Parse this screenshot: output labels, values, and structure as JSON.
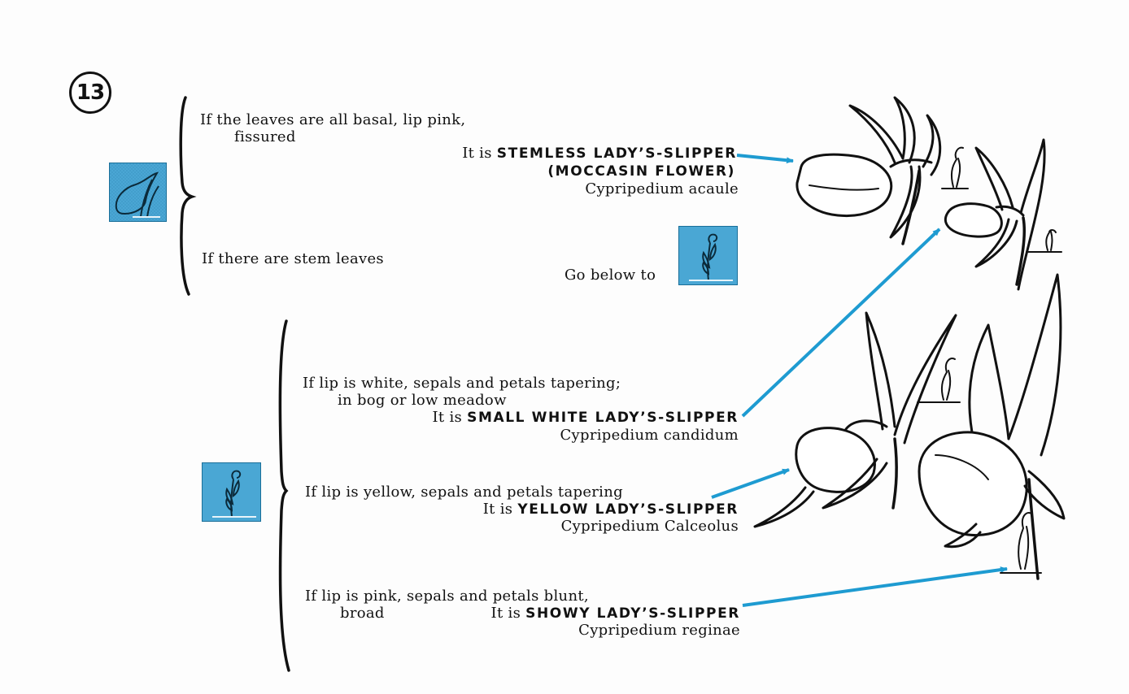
{
  "key_number": "13",
  "colors": {
    "accent": "#1e9bd1",
    "icon_fill": "#4aa7d4",
    "ink": "#111111"
  },
  "icons": {
    "basal": "basal-leaf-slipper-icon",
    "stem": "stem-leaf-plant-icon"
  },
  "couplet_a": {
    "option1_line1": "If the leaves are all basal, lip pink,",
    "option1_line2": "fissured",
    "result1_prefix": "It is",
    "result1_name": "STEMLESS LADY’S-SLIPPER",
    "result1_alt_name": "(MOCCASIN FLOWER)",
    "result1_scientific": "Cypripedium acaule",
    "option2": "If there are stem leaves",
    "go_below": "Go below to"
  },
  "couplet_b": {
    "white_line1": "If lip is white, sepals and petals tapering;",
    "white_line2": "in bog or low meadow",
    "white_prefix": "It is",
    "white_name": "SMALL WHITE LADY’S-SLIPPER",
    "white_scientific": "Cypripedium candidum",
    "yellow_line1": "If lip is yellow, sepals and petals tapering",
    "yellow_prefix": "It is",
    "yellow_name": "YELLOW LADY’S-SLIPPER",
    "yellow_scientific": "Cypripedium Calceolus",
    "pink_line1": "If lip is pink, sepals and petals blunt,",
    "pink_line2": "broad",
    "pink_prefix": "It is",
    "pink_name": "SHOWY LADY’S-SLIPPER",
    "pink_scientific": "Cypripedium reginae"
  }
}
